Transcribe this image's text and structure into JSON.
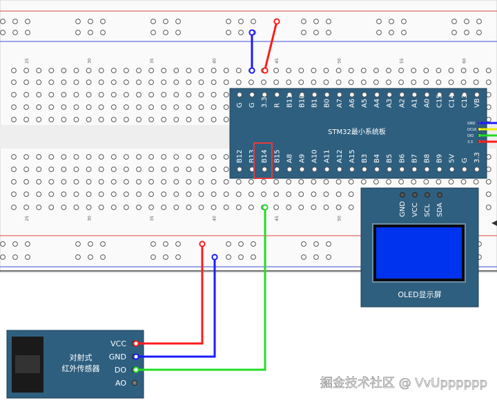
{
  "breadboard": {
    "column_numbers_top": [
      "25",
      "30",
      "35",
      "40",
      "45",
      "50",
      "55",
      "60"
    ],
    "column_numbers_bottom": [
      "25",
      "30",
      "35",
      "40",
      "45",
      "50"
    ]
  },
  "stm32": {
    "title": "STM32最小系统板",
    "top_pins": [
      "G",
      "G",
      "3.3",
      "R",
      "B11",
      "B10",
      "B1",
      "B0",
      "A7",
      "A6",
      "A5",
      "A4",
      "A3",
      "A2",
      "A1",
      "A0",
      "C15",
      "C14",
      "C13",
      "VB"
    ],
    "bottom_pins": [
      "B12",
      "B13",
      "B14",
      "B15",
      "A8",
      "A9",
      "A10",
      "A11",
      "A12",
      "A15",
      "B3",
      "B4",
      "B5",
      "B6",
      "B7",
      "B8",
      "B9",
      "5V",
      "G",
      "3.3"
    ],
    "highlighted_pin": "B14",
    "swd_pins": [
      "GND",
      "DCLK",
      "DIO",
      "3.3"
    ]
  },
  "oled": {
    "pins": [
      "GND",
      "VCC",
      "SCL",
      "SDA"
    ],
    "label": "OLED显示屏"
  },
  "ir_sensor": {
    "title_line1": "对射式",
    "title_line2": "红外传感器",
    "pins": [
      "VCC",
      "GND",
      "DO",
      "AO"
    ]
  },
  "watermark": "掘金技术社区 @ VvUpppppp",
  "colors": {
    "board": "#2e5f7f",
    "wire_red": "#ff1a1a",
    "wire_blue": "#1a1aff",
    "wire_green": "#22dd22",
    "wire_yellow": "#eeee00",
    "highlight": "#e83a3a",
    "rail_red": "#e0463c",
    "rail_blue": "#3a4ed8"
  }
}
